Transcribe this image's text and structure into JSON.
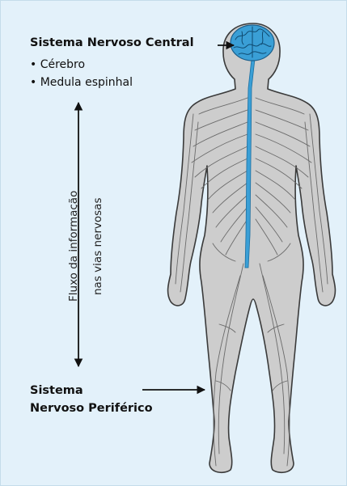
{
  "cns": {
    "title": "Sistema Nervoso Central",
    "items": [
      "Cérebro",
      "Medula espinhal"
    ]
  },
  "pns": {
    "title_line1": "Sistema",
    "title_line2": "Nervoso Periférico"
  },
  "flow": {
    "line1": "Fluxo da informação",
    "line2": "nas vias nervosas"
  },
  "colors": {
    "background": "#e3f1fa",
    "body": "#cdcdcd",
    "body_outline": "#3a3a3a",
    "nerves": "#6b6b6b",
    "cns": "#3a9fd6",
    "arrow": "#111111"
  }
}
